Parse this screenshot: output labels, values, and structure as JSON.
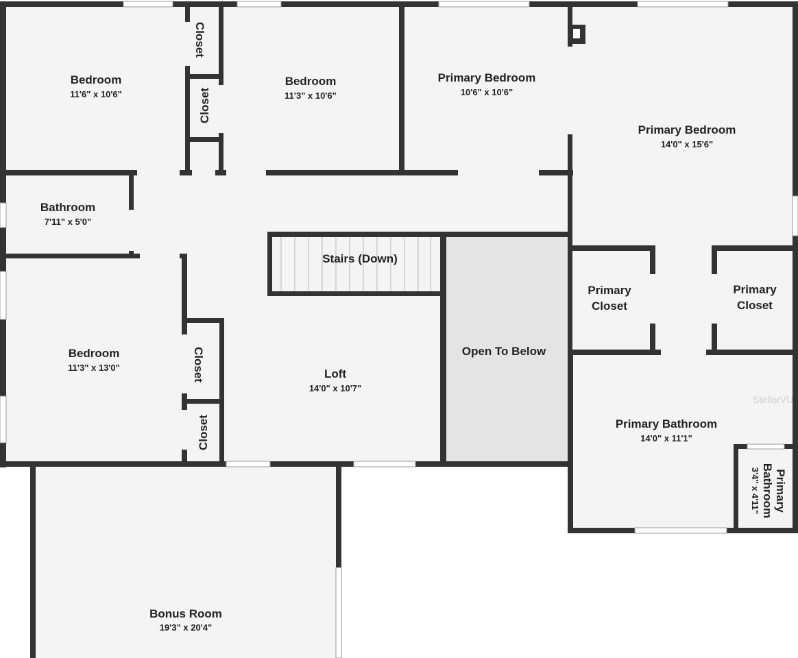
{
  "rooms": {
    "bedroom_1": {
      "name": "Bedroom",
      "dims": "11'6\" x 10'6\""
    },
    "bedroom_2": {
      "name": "Bedroom",
      "dims": "11'3\" x 10'6\""
    },
    "primary_bedroom_a": {
      "name": "Primary Bedroom",
      "dims": "10'6\" x 10'6\""
    },
    "primary_bedroom_b": {
      "name": "Primary Bedroom",
      "dims": "14'0\" x 15'6\""
    },
    "closet_top_1": {
      "name": "Closet"
    },
    "closet_top_2": {
      "name": "Closet"
    },
    "bathroom": {
      "name": "Bathroom",
      "dims": "7'11\" x 5'0\""
    },
    "stairs": {
      "name": "Stairs (Down)"
    },
    "bedroom_3": {
      "name": "Bedroom",
      "dims": "11'3\" x 13'0\""
    },
    "closet_mid_1": {
      "name": "Closet"
    },
    "closet_mid_2": {
      "name": "Closet"
    },
    "loft": {
      "name": "Loft",
      "dims": "14'0\" x 10'7\""
    },
    "open_to_below": {
      "name": "Open To Below"
    },
    "primary_closet_left": {
      "line1": "Primary",
      "line2": "Closet"
    },
    "primary_closet_right": {
      "line1": "Primary",
      "line2": "Closet"
    },
    "primary_bathroom": {
      "name": "Primary Bathroom",
      "dims": "14'0\" x 11'1\""
    },
    "primary_bathroom_small": {
      "line1": "Primary",
      "line2": "Bathroom",
      "dims": "3'4\" x 4'11\""
    },
    "bonus_room": {
      "name": "Bonus Room",
      "dims": "19'3\" x 20'4\""
    }
  },
  "watermark": "StellorVU"
}
